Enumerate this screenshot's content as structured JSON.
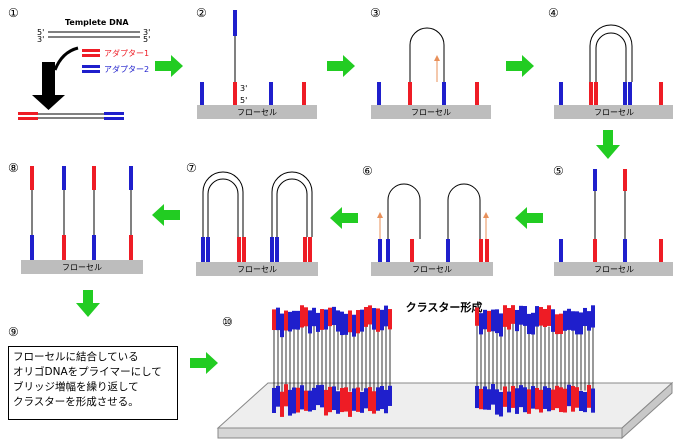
{
  "steps": {
    "s1": "①",
    "s2": "②",
    "s3": "③",
    "s4": "④",
    "s5": "⑤",
    "s6": "⑥",
    "s7": "⑦",
    "s8": "⑧",
    "s9": "⑨",
    "s10": "⑩"
  },
  "template_dna": "Templete DNA",
  "adapter1": "アダプター1",
  "adapter2": "アダプター2",
  "five_prime": "5'",
  "three_prime": "3'",
  "flow_cell": "フローセル",
  "cluster_formation": "クラスター形成",
  "note_lines": [
    "フローセルに結合している",
    "オリゴDNAをプライマーにして",
    "ブリッジ増幅を繰り返して",
    "クラスターを形成させる。"
  ],
  "colors": {
    "adapter1": "#ee1c25",
    "adapter2": "#1f1fcc",
    "arrow": "#22cc22",
    "flowcell": "#bdbdbd",
    "primer": "#e8905a"
  }
}
